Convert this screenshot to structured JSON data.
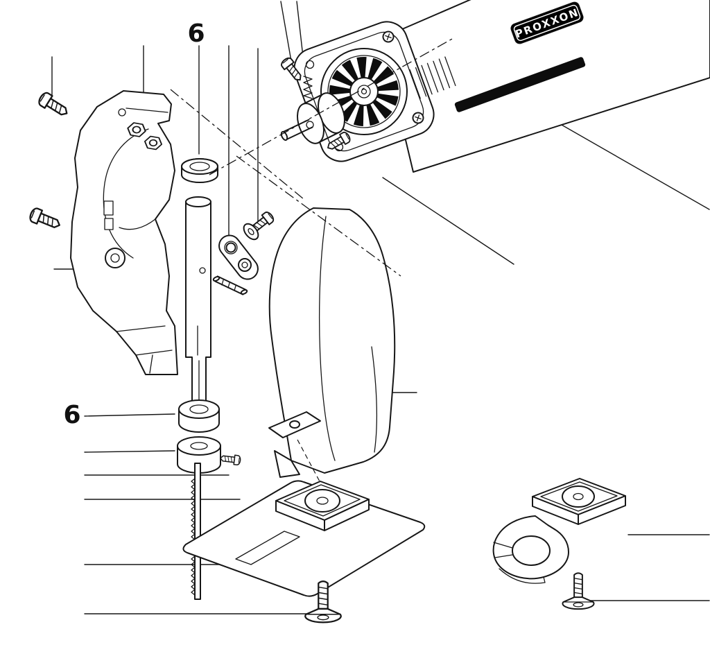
{
  "diagram": {
    "brand": "PROXXON",
    "labels": {
      "part6_top": "6",
      "part6_side": "6"
    },
    "colors": {
      "line": "#161616",
      "background": "#ffffff",
      "brand_bg": "#000000",
      "brand_text": "#ffffff",
      "fan_dark": "#0d0d0d"
    }
  }
}
